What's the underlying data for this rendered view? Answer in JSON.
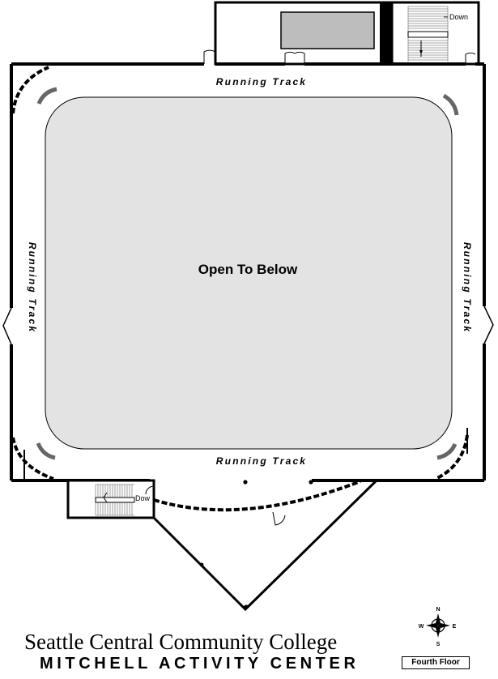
{
  "map": {
    "track_label": "Running Track",
    "center_label": "Open To Below",
    "stair_down_label": "Down",
    "stair_down_label_cut": "Dow",
    "floor_label": "Fourth Floor"
  },
  "title": {
    "college": "Seattle Central Community College",
    "center": "MITCHELL ACTIVITY CENTER"
  },
  "compass": {
    "n": "N",
    "s": "S",
    "e": "E",
    "w": "W"
  },
  "colors": {
    "floor_fill": "#e3e3e3",
    "pool_fill": "#bdbdbd",
    "wall": "#000000",
    "arrow": "#666666",
    "stair": "#888888"
  }
}
